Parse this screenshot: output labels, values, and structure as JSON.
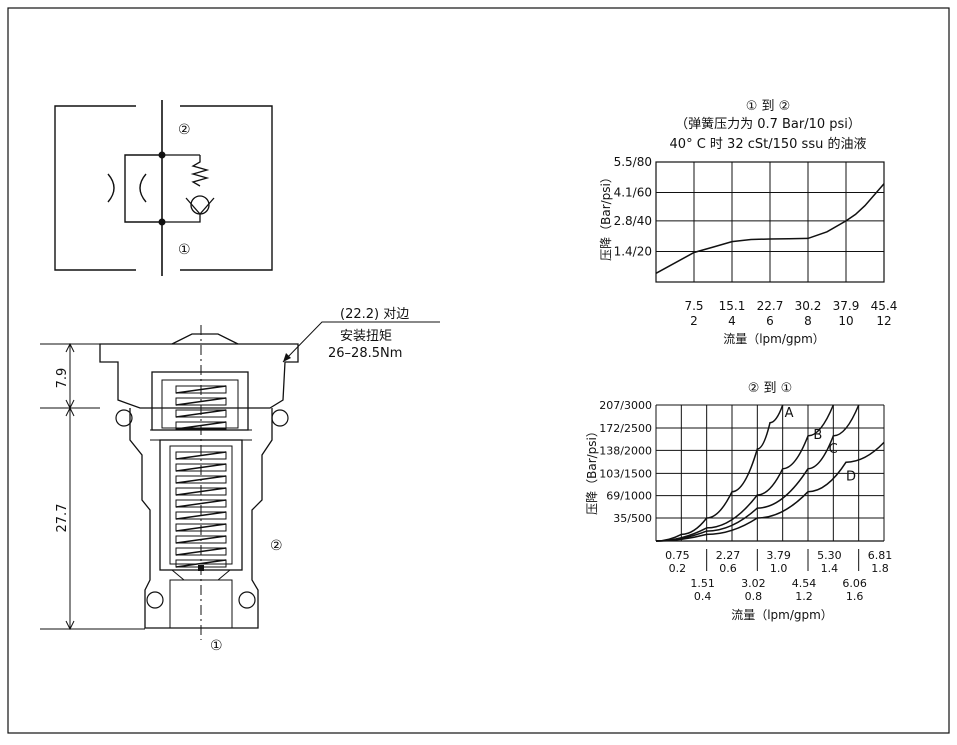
{
  "symbol": {
    "port_top": "②",
    "port_bottom": "①"
  },
  "section": {
    "hex_label": "(22.2) 对边",
    "torque_label": "安装扭矩",
    "torque_value": "26–28.5Nm",
    "dim_top": "7.9",
    "dim_main": "27.7",
    "port_side": "②",
    "port_bottom": "①"
  },
  "chart_data": [
    {
      "type": "line",
      "title": "① 到 ②",
      "subtitle": [
        "（弹簧压力为 0.7 Bar/10 psi）",
        "40°  C 时 32 cSt/150 ssu 的油液"
      ],
      "ylabel": "压降（Bar/psi）",
      "xlabel": "流量（lpm/gpm）",
      "x_ticks_lpm": [
        "7.5",
        "15.1",
        "22.7",
        "30.2",
        "37.9",
        "45.4"
      ],
      "x_ticks_gpm": [
        "2",
        "4",
        "6",
        "8",
        "10",
        "12"
      ],
      "y_ticks": [
        "1.4/20",
        "2.8/40",
        "4.1/60",
        "5.5/80"
      ],
      "xlim": [
        0,
        12
      ],
      "ylim": [
        0,
        5.5
      ],
      "grid": true,
      "series": [
        {
          "x": [
            0,
            2,
            3,
            4,
            5,
            6,
            7,
            8,
            9,
            10,
            10.5,
            11,
            12
          ],
          "y": [
            0.4,
            1.35,
            1.6,
            1.85,
            1.95,
            1.97,
            1.98,
            2.0,
            2.3,
            2.8,
            3.1,
            3.5,
            4.5
          ]
        }
      ]
    },
    {
      "type": "line",
      "title": "② 到 ①",
      "ylabel": "压降（Bar/psi）",
      "xlabel": "流量（lpm/gpm）",
      "x_ticks_row1": [
        [
          "0.75",
          "0.2"
        ],
        [
          "2.27",
          "0.6"
        ],
        [
          "3.79",
          "1.0"
        ],
        [
          "5.30",
          "1.4"
        ],
        [
          "6.81",
          "1.8"
        ]
      ],
      "x_ticks_row2": [
        [
          "1.51",
          "0.4"
        ],
        [
          "3.02",
          "0.8"
        ],
        [
          "4.54",
          "1.2"
        ],
        [
          "6.06",
          "1.6"
        ]
      ],
      "y_ticks": [
        "35/500",
        "69/1000",
        "103/1500",
        "138/2000",
        "172/2500",
        "207/3000"
      ],
      "xlim": [
        0,
        1.8
      ],
      "ylim": [
        0,
        207
      ],
      "grid": true,
      "series": [
        {
          "name": "A",
          "x": [
            0,
            0.2,
            0.4,
            0.6,
            0.8,
            0.9,
            1.0
          ],
          "y": [
            0,
            10,
            35,
            75,
            140,
            180,
            207
          ]
        },
        {
          "name": "B",
          "x": [
            0,
            0.4,
            0.8,
            1.0,
            1.2,
            1.4
          ],
          "y": [
            0,
            20,
            70,
            110,
            160,
            207
          ]
        },
        {
          "name": "C",
          "x": [
            0,
            0.4,
            0.8,
            1.2,
            1.4,
            1.6
          ],
          "y": [
            0,
            15,
            50,
            110,
            160,
            207
          ]
        },
        {
          "name": "D",
          "x": [
            0,
            0.4,
            0.8,
            1.2,
            1.5,
            1.8
          ],
          "y": [
            0,
            10,
            35,
            75,
            120,
            150
          ]
        }
      ]
    }
  ]
}
